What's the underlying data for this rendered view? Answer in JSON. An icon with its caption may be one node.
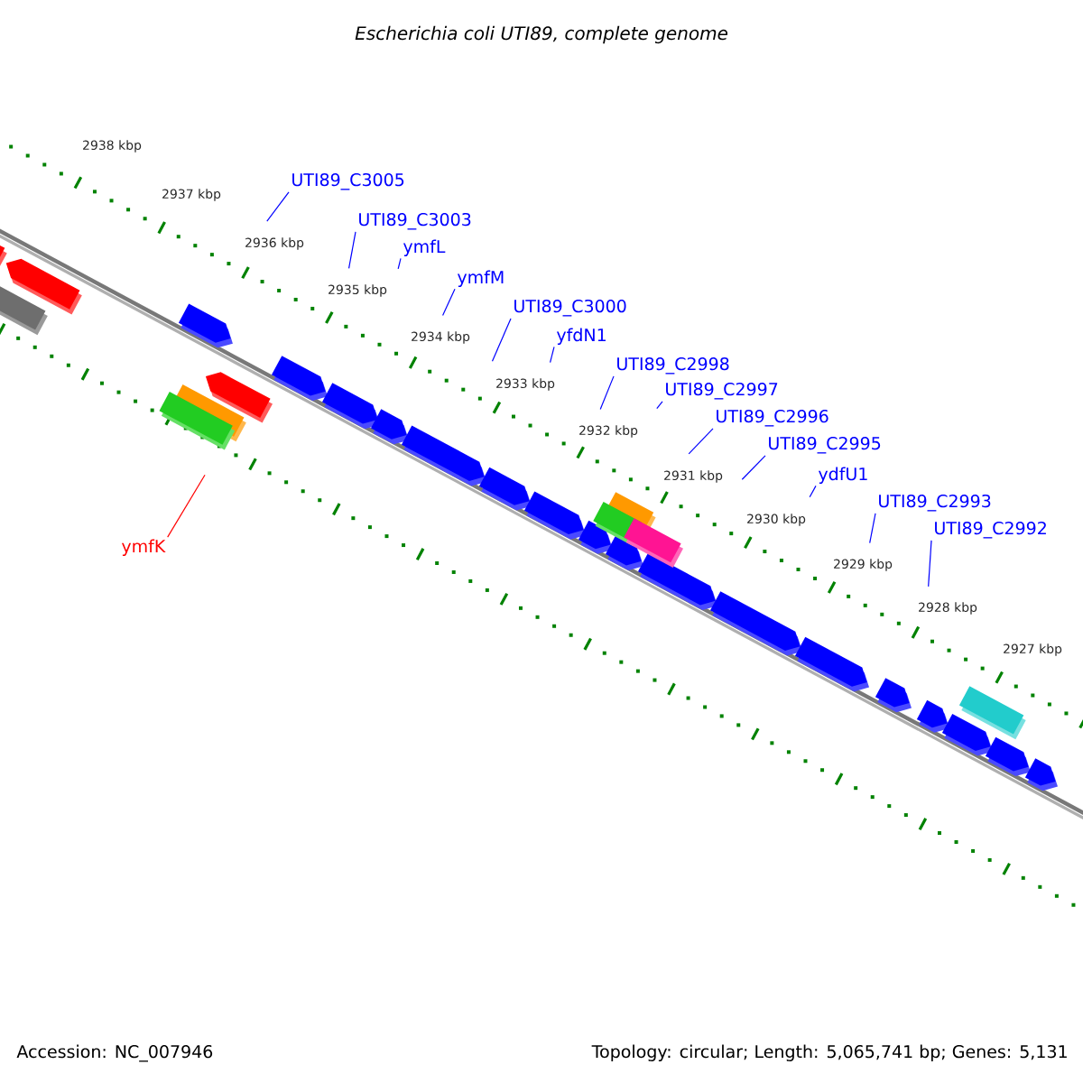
{
  "diagram": {
    "title": "Escherichia coli UTI89, complete genome",
    "nodes": [
      {
        "text": [
          "UTI89_C3005"
        ]
      },
      {
        "text": [
          "UTI89_C3003"
        ]
      },
      {
        "text": [
          "ymfL"
        ]
      },
      {
        "text": [
          "ymfM"
        ]
      },
      {
        "text": [
          "UTI89_C3000"
        ]
      },
      {
        "text": [
          "yfdN1"
        ]
      },
      {
        "text": [
          "UTI89_C2998"
        ]
      },
      {
        "text": [
          "UTI89_C2997"
        ]
      },
      {
        "text": [
          "UTI89_C2996"
        ]
      },
      {
        "text": [
          "UTI89_C2995"
        ]
      },
      {
        "text": [
          "ydfU1"
        ]
      },
      {
        "text": [
          "UTI89_C2993"
        ]
      },
      {
        "text": [
          "UTI89_C2992"
        ]
      },
      {
        "text": [
          "ymfK"
        ]
      }
    ],
    "edges": [
      {
        "from": 0,
        "to": null,
        "arrow": "none"
      },
      {
        "from": 1,
        "to": null,
        "arrow": "none"
      },
      {
        "from": 2,
        "to": null,
        "arrow": "none"
      },
      {
        "from": 3,
        "to": null,
        "arrow": "none"
      },
      {
        "from": 4,
        "to": null,
        "arrow": "none"
      },
      {
        "from": 5,
        "to": null,
        "arrow": "none"
      },
      {
        "from": 6,
        "to": null,
        "arrow": "none"
      },
      {
        "from": 7,
        "to": null,
        "arrow": "none"
      },
      {
        "from": 8,
        "to": null,
        "arrow": "none"
      },
      {
        "from": 9,
        "to": null,
        "arrow": "none"
      },
      {
        "from": 10,
        "to": null,
        "arrow": "none"
      },
      {
        "from": 11,
        "to": null,
        "arrow": "none"
      },
      {
        "from": 12,
        "to": null,
        "arrow": "none"
      },
      {
        "from": 13,
        "to": null,
        "arrow": "none",
        "color": "#ff0000"
      }
    ],
    "labels": [
      "2938 kbp",
      "2937 kbp",
      "2936 kbp",
      "2935 kbp",
      "2934 kbp",
      "2933 kbp",
      "2932 kbp",
      "2931 kbp",
      "2930 kbp",
      "2929 kbp",
      "2928 kbp",
      "2927 kbp",
      "Accession: NC_007946",
      "Topology: circular; Length: 5,065,741 bp; Genes: 5,131"
    ]
  }
}
